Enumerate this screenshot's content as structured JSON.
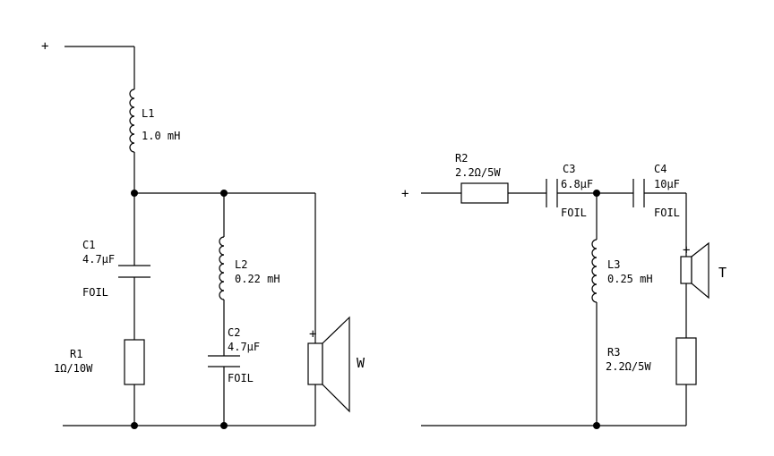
{
  "woofer": {
    "plus": "+",
    "L1": {
      "name": "L1",
      "value": "1.0 mH"
    },
    "C1": {
      "name": "C1",
      "value": "4.7µF",
      "type": "FOIL"
    },
    "R1": {
      "name": "R1",
      "value": "1Ω/10W"
    },
    "L2": {
      "name": "L2",
      "value": "0.22 mH"
    },
    "C2": {
      "name": "C2",
      "value": "4.7µF",
      "type": "FOIL"
    },
    "speaker": {
      "plus": "+",
      "label": "W"
    }
  },
  "tweeter": {
    "plus": "+",
    "R2": {
      "name": "R2",
      "value": "2.2Ω/5W"
    },
    "C3": {
      "name": "C3",
      "value": "6.8µF",
      "type": "FOIL"
    },
    "C4": {
      "name": "C4",
      "value": "10µF",
      "type": "FOIL"
    },
    "L3": {
      "name": "L3",
      "value": "0.25 mH"
    },
    "R3": {
      "name": "R3",
      "value": "2.2Ω/5W"
    },
    "speaker": {
      "plus": "+",
      "label": "T"
    }
  }
}
